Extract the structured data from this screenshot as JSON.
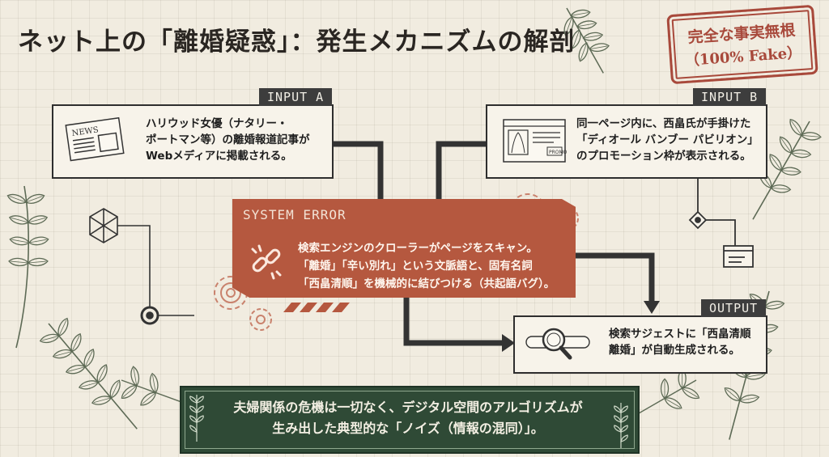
{
  "title": "ネット上の「離婚疑惑」：発生メカニズムの解剖",
  "stamp": {
    "line1": "完全な事実無根",
    "line2": "（100% Fake）",
    "color": "#a8493b"
  },
  "input_a": {
    "tag": "INPUT A",
    "lines": [
      "ハリウッド女優（ナタリー・",
      "ポートマン等）の離婚報道記事が",
      "Webメディアに掲載される。"
    ],
    "icon_label": "NEWS"
  },
  "input_b": {
    "tag": "INPUT B",
    "lines": [
      "同一ページ内に、西畠氏が手掛けた",
      "「ディオール バンブー パビリオン」",
      "のプロモーション枠が表示される。"
    ],
    "icon_label": "PROMO"
  },
  "system_error": {
    "tag": "SYSTEM ERROR",
    "lines": [
      "検索エンジンのクローラーがページをスキャン。",
      "「離婚」「辛い別れ」という文脈語と、固有名詞",
      "「西畠清順」を機械的に結びつける（共起語バグ）。"
    ],
    "color": "#b5583f"
  },
  "output": {
    "tag": "OUTPUT",
    "lines": [
      "検索サジェストに「西畠清順",
      "離婚」が自動生成される。"
    ]
  },
  "conclusion": {
    "lines": [
      "夫婦関係の危機は一切なく、デジタル空間のアルゴリズムが",
      "生み出した典型的な「ノイズ（情報の混同）」。"
    ],
    "color": "#2f4a36"
  }
}
